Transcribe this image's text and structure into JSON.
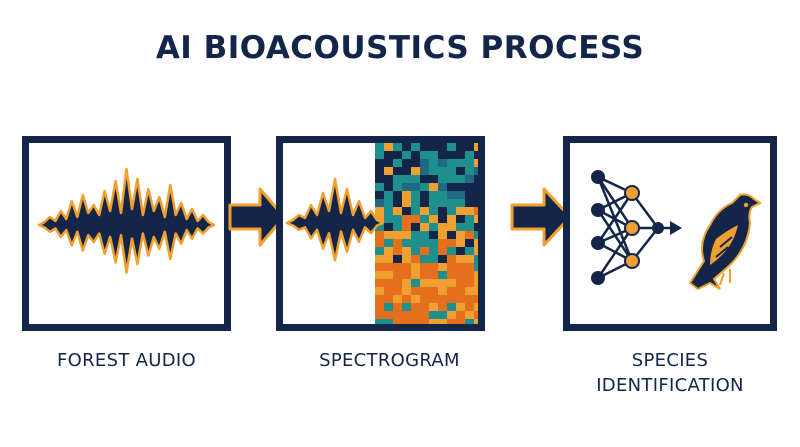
{
  "title": "AI BIOACOUSTICS PROCESS",
  "steps": [
    {
      "label": "FOREST AUDIO",
      "icon": "waveform-icon"
    },
    {
      "label": "SPECTROGRAM",
      "icon": "spectrogram-icon"
    },
    {
      "label_line1": "SPECIES",
      "label_line2": "IDENTIFICATION",
      "icon": "neural-network-icon"
    }
  ],
  "colors": {
    "navy": "#13264a",
    "orange": "#f0a030",
    "deep_orange": "#e4701e",
    "teal": "#1e8f8c",
    "white": "#ffffff"
  }
}
